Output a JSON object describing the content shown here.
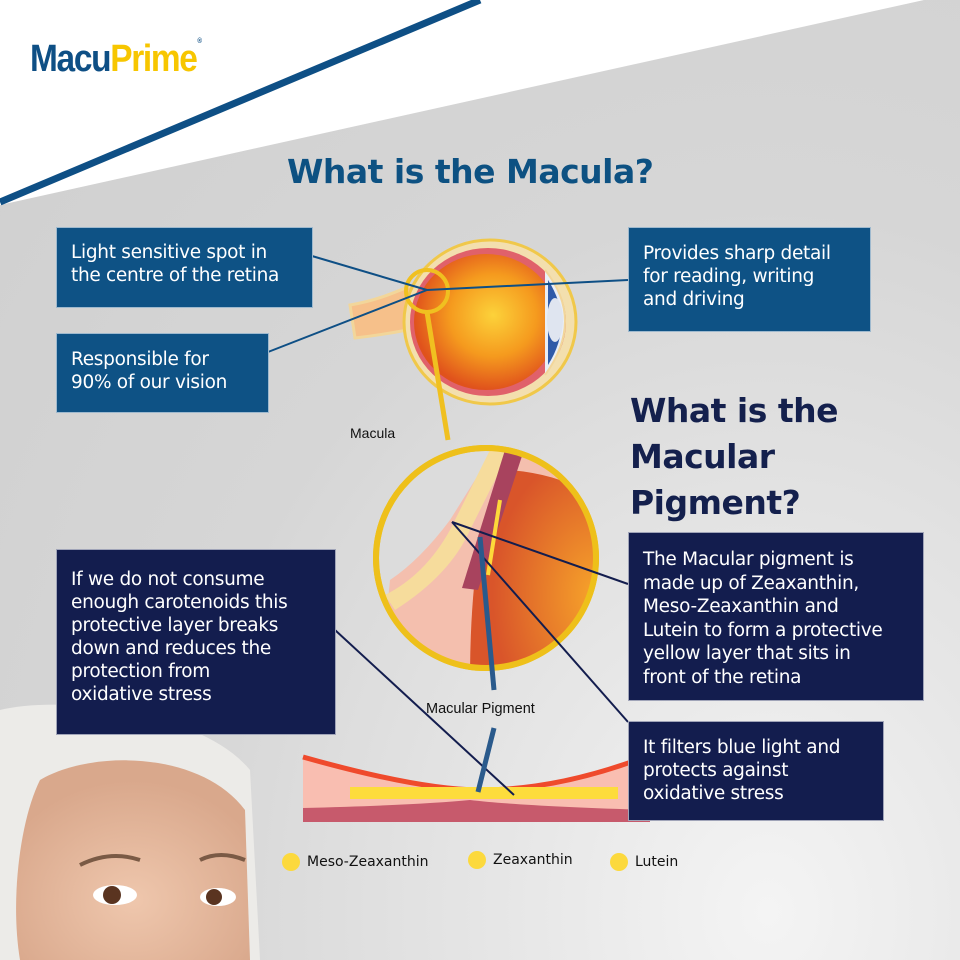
{
  "brand": {
    "part1": "Macu",
    "part2": "Prime",
    "reg": "®"
  },
  "headings": {
    "macula": "What is the Macula?",
    "pigment": "What is the\nMacular\nPigment?"
  },
  "callouts": {
    "light_sensitive": "Light sensitive spot in\nthe centre of the retina",
    "responsible": "Responsible for\n90% of our vision",
    "sharp_detail": "Provides sharp detail\nfor reading, writing\nand driving",
    "made_up_of": "The Macular pigment is\nmade up of Zeaxanthin,\nMeso-Zeaxanthin and\nLutein to form a protective\nyellow layer that sits in\nfront of the retina",
    "carotenoids": "If we do not consume\nenough carotenoids this\nprotective layer breaks\ndown and reduces the\nprotection from\noxidative stress",
    "filters": "It filters blue light and\nprotects against\noxidative stress"
  },
  "labels": {
    "macula": "Macula",
    "macular_pigment": "Macular Pigment"
  },
  "legend": [
    {
      "label": "Meso-Zeaxanthin",
      "color": "#fcd93d"
    },
    {
      "label": "Zeaxanthin",
      "color": "#fcd93d"
    },
    {
      "label": "Lutein",
      "color": "#fcd93d"
    }
  ],
  "colors": {
    "brand_blue": "#0e5285",
    "navy": "#131d4e",
    "brand_yellow": "#f7c600",
    "pigment_yellow": "#fcd93d"
  }
}
